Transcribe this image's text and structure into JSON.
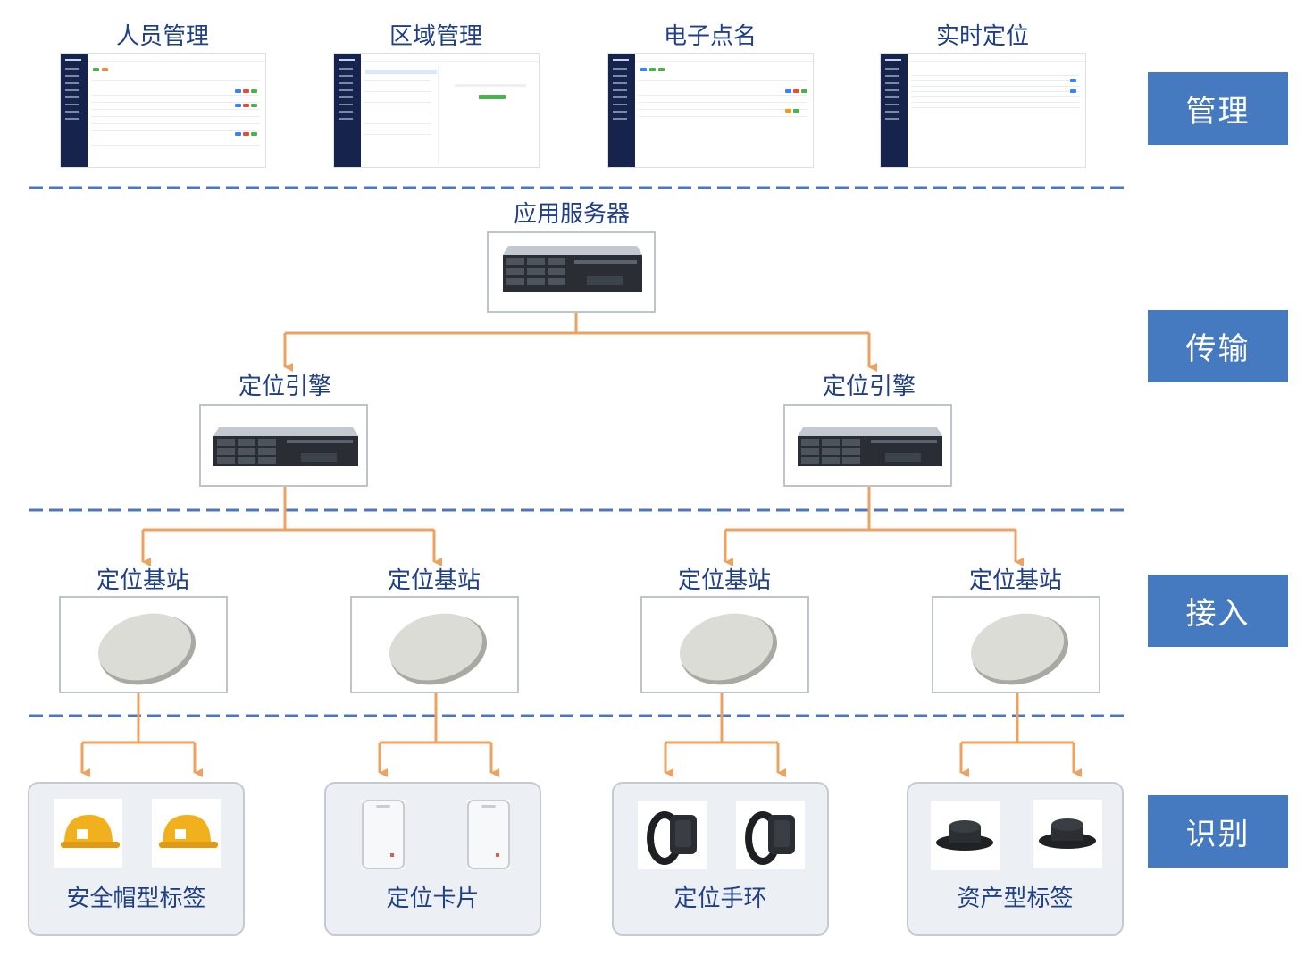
{
  "top_screens": [
    {
      "label": "人员管理"
    },
    {
      "label": "区域管理"
    },
    {
      "label": "电子点名"
    },
    {
      "label": "实时定位"
    }
  ],
  "layers": [
    {
      "label": "管理"
    },
    {
      "label": "传输"
    },
    {
      "label": "接入"
    },
    {
      "label": "识别"
    }
  ],
  "app_server": {
    "label": "应用服务器"
  },
  "engines": [
    {
      "label": "定位引擎"
    },
    {
      "label": "定位引擎"
    }
  ],
  "base_stations": [
    {
      "label": "定位基站"
    },
    {
      "label": "定位基站"
    },
    {
      "label": "定位基站"
    },
    {
      "label": "定位基站"
    }
  ],
  "devices": [
    {
      "label": "安全帽型标签",
      "icon": "helmet-icon"
    },
    {
      "label": "定位卡片",
      "icon": "card-icon"
    },
    {
      "label": "定位手环",
      "icon": "wristband-icon"
    },
    {
      "label": "资产型标签",
      "icon": "asset-tag-icon"
    }
  ],
  "colors": {
    "layer_box": "#4579c0",
    "label_text": "#1f3f86",
    "divider": "#4c77be",
    "connector": "#eea25f",
    "panel_bg": "#eceff3"
  }
}
